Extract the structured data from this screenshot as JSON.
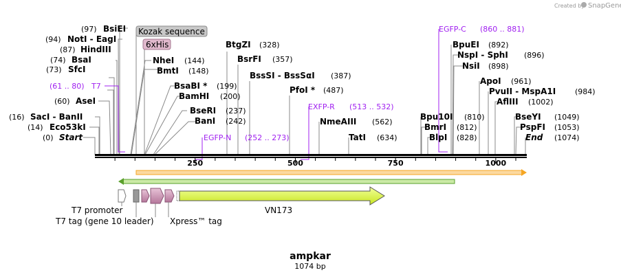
{
  "credit": {
    "text": "Created by",
    "brand": "SnapGene"
  },
  "plasmid": {
    "name": "ampkar",
    "length": "1074 bp"
  },
  "ruler": [
    {
      "value": 250,
      "label": "250"
    },
    {
      "value": 500,
      "label": "500"
    },
    {
      "value": 750,
      "label": "750"
    },
    {
      "value": 1000,
      "label": "1000"
    }
  ],
  "sites": [
    {
      "pos": "(0)",
      "name": "Start",
      "site": 0
    },
    {
      "pos": "(14)",
      "name": "Eco53kI",
      "site": 14
    },
    {
      "pos": "(16)",
      "name": "SacI - BanII",
      "site": 16
    },
    {
      "pos": "(60)",
      "name": "AseI",
      "site": 60
    },
    {
      "pos": "(73)",
      "name": "SfcI",
      "site": 73
    },
    {
      "pos": "(74)",
      "name": "BsaI",
      "site": 74
    },
    {
      "pos": "(87)",
      "name": "HindIII",
      "site": 87
    },
    {
      "pos": "(94)",
      "name": "NotI - EagI",
      "site": 94
    },
    {
      "pos": "(97)",
      "name": "BsiEI",
      "site": 97
    },
    {
      "pos": "(144)",
      "name": "NheI",
      "site": 144
    },
    {
      "pos": "(148)",
      "name": "BmtI",
      "site": 148
    },
    {
      "pos": "(199)",
      "name": "BsaBI *",
      "site": 199
    },
    {
      "pos": "(200)",
      "name": "BamHI",
      "site": 200
    },
    {
      "pos": "(237)",
      "name": "BseRI",
      "site": 237
    },
    {
      "pos": "(242)",
      "name": "BanI",
      "site": 242
    },
    {
      "pos": "(328)",
      "name": "BtgZI",
      "site": 328
    },
    {
      "pos": "(357)",
      "name": "BsrFI",
      "site": 357
    },
    {
      "pos": "(387)",
      "name": "BssSI - BssSαI",
      "site": 387
    },
    {
      "pos": "(487)",
      "name": "PfoI *",
      "site": 487
    },
    {
      "pos": "(562)",
      "name": "NmeAIII",
      "site": 562
    },
    {
      "pos": "(634)",
      "name": "TatI",
      "site": 634
    },
    {
      "pos": "(810)",
      "name": "Bpu10I",
      "site": 810
    },
    {
      "pos": "(812)",
      "name": "BmrI",
      "site": 812
    },
    {
      "pos": "(828)",
      "name": "BlpI",
      "site": 828
    },
    {
      "pos": "(892)",
      "name": "BpuEI",
      "site": 892
    },
    {
      "pos": "(896)",
      "name": "NspI - SphI",
      "site": 896
    },
    {
      "pos": "(898)",
      "name": "NsiI",
      "site": 898
    },
    {
      "pos": "(961)",
      "name": "ApoI",
      "site": 961
    },
    {
      "pos": "(984)",
      "name": "PvuII - MspA1I",
      "site": 984
    },
    {
      "pos": "(1002)",
      "name": "AflIII",
      "site": 1002
    },
    {
      "pos": "(1049)",
      "name": "BseYI",
      "site": 1049
    },
    {
      "pos": "(1053)",
      "name": "PspFI",
      "site": 1053
    },
    {
      "pos": "(1074)",
      "name": "End",
      "site": 1074
    }
  ],
  "primers": [
    {
      "name": "T7",
      "range": "(61 .. 80)"
    },
    {
      "name": "EGFP-N",
      "range": "(252 .. 273)"
    },
    {
      "name": "EXFP-R",
      "range": "(513 .. 532)"
    },
    {
      "name": "EGFP-C",
      "range": "(860 .. 881)"
    }
  ],
  "feature_tags": {
    "kozak": "Kozak sequence",
    "his": "6xHis"
  },
  "features": {
    "t7_promoter": "T7 promoter",
    "t7_tag": "T7 tag (gene 10 leader)",
    "xpress": "Xpress™ tag",
    "vn173": "VN173"
  },
  "colors": {
    "primer": "#a020f0",
    "orf_orange": "#f5a623",
    "orf_green": "#5aa02c",
    "vn173_fill": "#ddf542",
    "tag_pink": "#c98fb0",
    "tag_gray": "#999999"
  }
}
